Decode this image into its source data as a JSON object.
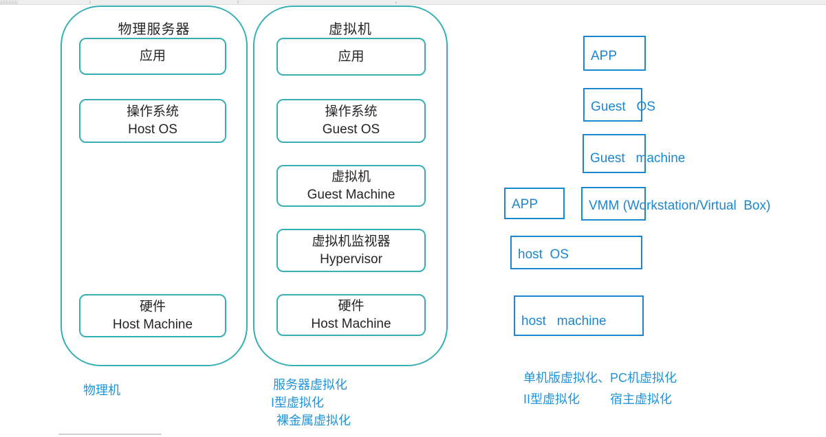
{
  "colors": {
    "teal_border": "#35aeb4",
    "blue_box": "#1a86cf",
    "caption_blue": "#1e93da",
    "box_text": "#242424"
  },
  "physical": {
    "title": "物理服务器",
    "app": "应用",
    "os_cn": "操作系统",
    "os_en": "Host OS",
    "hw_cn": "硬件",
    "hw_en": "Host Machine",
    "caption": "物理机"
  },
  "virtual": {
    "title": "虚拟机",
    "app": "应用",
    "os_cn": "操作系统",
    "os_en": "Guest OS",
    "vm_cn": "虚拟机",
    "vm_en": "Guest Machine",
    "hyp_cn": "虚拟机监视器",
    "hyp_en": "Hypervisor",
    "hw_cn": "硬件",
    "hw_en": "Host Machine",
    "caption1": "服务器虚拟化",
    "caption2": "I型虚拟化",
    "caption3": "裸金属虚拟化"
  },
  "hosted": {
    "app_top": "APP",
    "guest_os": "Guest   OS",
    "guest_machine": "Guest   machine",
    "app_left": "APP",
    "vmm": "VMM (Workstation/Virtual  Box)",
    "host_os": "host  OS",
    "host_machine": "host   machine",
    "caption1": "单机版虚拟化、PC机虚拟化",
    "caption2": "II型虚拟化",
    "caption3": "宿主虚拟化"
  }
}
